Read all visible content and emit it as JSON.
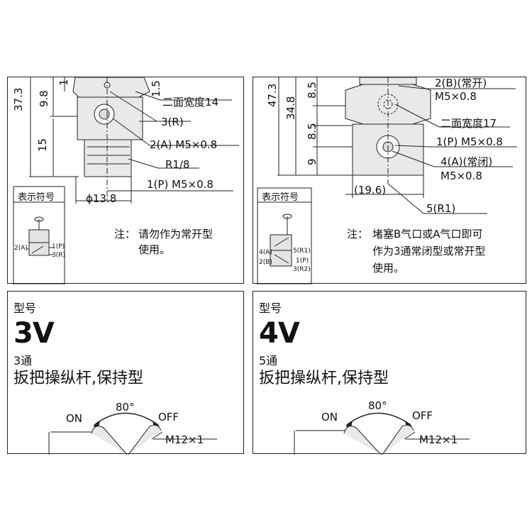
{
  "top_left": {
    "dims": {
      "d1": "37.3",
      "d2": "9.8",
      "d3": "15",
      "d4": "1.5",
      "d5": "1"
    },
    "callouts": {
      "hex": "二面宽度14",
      "r_port": "3(R)",
      "a_port": "2(A)  M5×0.8",
      "r18": "R1/8",
      "p_port": "1(P)  M5×0.8",
      "phi": "ϕ13.8"
    },
    "symbol_label": "表示符号",
    "symbol_ports": {
      "a": "2(A)",
      "p": "1(P)",
      "r": "3(R)"
    },
    "note_prefix": "注：",
    "note_lines": [
      "请勿作为常开型",
      "使用。"
    ]
  },
  "top_right": {
    "dims": {
      "d1": "47.3",
      "d2": "34.8",
      "d3": "8.5",
      "d4": "8.5",
      "d5": "9"
    },
    "callouts": {
      "b_port": "2(B)(常开)",
      "b_size": "M5×0.8",
      "hex": "二面宽度17",
      "p_port": "1(P)  M5×0.8",
      "a_port": "4(A)(常闭)",
      "a_size": "M5×0.8",
      "width": "(19.6)",
      "r_port": "5(R1)"
    },
    "symbol_label": "表示符号",
    "symbol_ports": {
      "a": "4(A)",
      "b": "2(B)",
      "r1": "5(R1)",
      "p": "1(P)",
      "r2": "3(R2)"
    },
    "note_prefix": "注：",
    "note_lines": [
      "堵塞B气口或A气口即可",
      "作为3通常闭型或常开型",
      "使用。"
    ]
  },
  "bottom_left": {
    "type_label": "型号",
    "model": "3V",
    "ports": "3通",
    "desc": "扳把操纵杆,保持型",
    "angle": "80°",
    "on": "ON",
    "off": "OFF",
    "thread": "M12×1"
  },
  "bottom_right": {
    "type_label": "型号",
    "model": "4V",
    "ports": "5通",
    "desc": "扳把操纵杆,保持型",
    "angle": "80°",
    "on": "ON",
    "off": "OFF",
    "thread": "M12×1"
  },
  "colors": {
    "bg": "#ffffff",
    "line": "#222222",
    "body_fill": "#e9e9e9",
    "symbol_fill": "#e4e4e4"
  }
}
